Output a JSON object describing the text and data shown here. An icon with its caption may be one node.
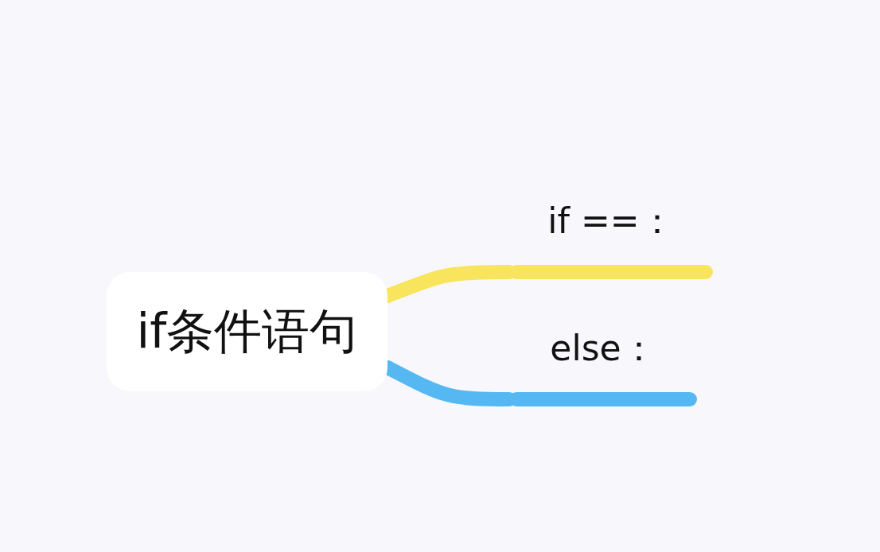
{
  "diagram": {
    "nodes": [
      {
        "text": [
          "if条件语句"
        ]
      },
      {
        "text": [
          "if ==："
        ]
      },
      {
        "text": [
          "else："
        ]
      }
    ],
    "edges": [
      {
        "from": 0,
        "to": 1,
        "arrow": "none",
        "color": "#f9e45e"
      },
      {
        "from": 0,
        "to": 2,
        "arrow": "none",
        "color": "#55b8f2"
      }
    ]
  }
}
